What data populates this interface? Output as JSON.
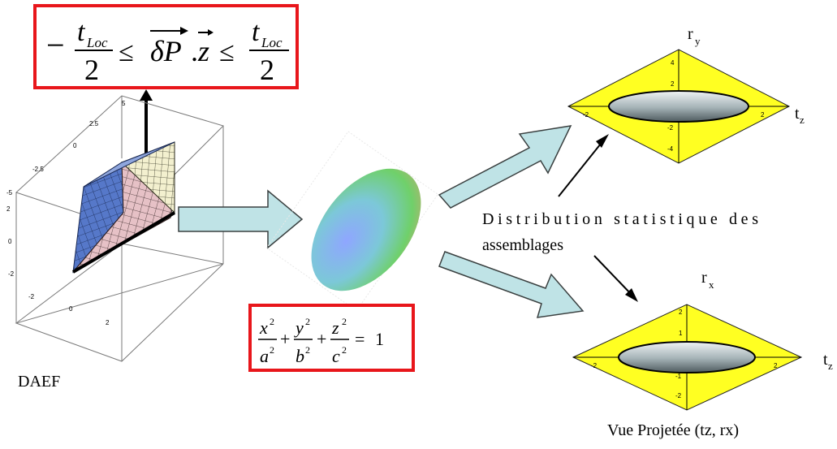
{
  "formula_top": {
    "minus": "−",
    "num": "t",
    "num_sub": "Loc",
    "den": "2",
    "leq": "≤",
    "vec1": "δP",
    "dot": ".",
    "vec2": "z",
    "num2": "t",
    "num2_sub": "Loc",
    "den2": "2"
  },
  "formula_ellipsoid": {
    "x": "x",
    "a": "a",
    "y": "y",
    "b": "b",
    "z": "z",
    "c": "c",
    "sq": "2",
    "plus": "+",
    "eq": "=",
    "one": "1"
  },
  "labels": {
    "daef": "DAEF",
    "distribution_line1": "Distribution  statistique  des",
    "distribution_line2": "assemblages",
    "vue_projetee": "Vue Projetée (tz, rx)"
  },
  "plot_top": {
    "v_axis": "r",
    "v_axis_sub": "y",
    "h_axis": "t",
    "h_axis_sub": "z",
    "x_ticks": [
      "-2",
      "2"
    ],
    "y_ticks": [
      "4",
      "2",
      "-2",
      "-4"
    ]
  },
  "plot_bottom": {
    "v_axis": "r",
    "v_axis_sub": "x",
    "h_axis": "t",
    "h_axis_sub": "z",
    "x_ticks": [
      "-2",
      "2"
    ],
    "y_ticks": [
      "2",
      "1",
      "-1",
      "-2"
    ]
  },
  "box3d": {
    "z_ticks": [
      "5",
      "2.5",
      "0",
      "-2.5",
      "-5"
    ],
    "y_ticks": [
      "2",
      "0",
      "-2"
    ],
    "x_ticks": [
      "-2",
      "0",
      "2"
    ]
  },
  "colors": {
    "red_frame": "#e8161b",
    "arrow_fill": "#bfe3e6",
    "arrow_stroke": "#3a4040",
    "diamond_yellow": "#ffff22",
    "ellipse_gray": "#9aa8ac"
  }
}
